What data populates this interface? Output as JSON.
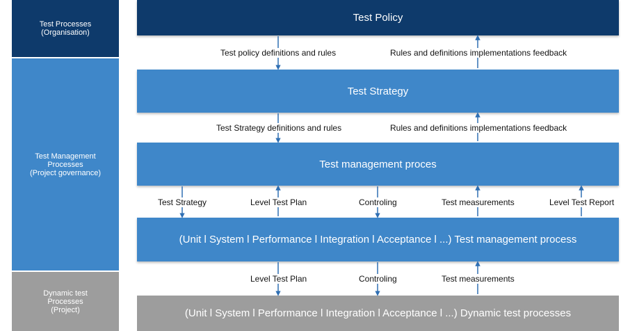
{
  "colors": {
    "dark_navy": "#0e3a6b",
    "mid_blue": "#3f87c9",
    "gray": "#9d9d9d",
    "arrow": "#2f6fb3"
  },
  "side": {
    "org": "Test Processes\n(Organisation)",
    "mgmt": "Test Management\nProcesses\n(Project governance)",
    "dyn": "Dynamic test\nProcesses\n(Project)"
  },
  "boxes": {
    "policy": "Test Policy",
    "strategy": "Test Strategy",
    "mgmt": "Test management proces",
    "level_mgmt": "(Unit l System l Performance l Integration l Acceptance l ...) Test management process",
    "dynamic": "(Unit l System l Performance l Integration l Acceptance l ...) Dynamic test processes"
  },
  "flows": {
    "policy_down": "Test policy definitions and rules",
    "policy_up": "Rules and definitions implementations feedback",
    "strategy_down": "Test Strategy definitions and rules",
    "strategy_up": "Rules and definitions implementations feedback",
    "mgmt_strategy": "Test Strategy",
    "mgmt_ltp": "Level Test Plan",
    "mgmt_controling": "Controling",
    "mgmt_measurements": "Test measurements",
    "mgmt_report": "Level Test Report",
    "dyn_ltp": "Level Test Plan",
    "dyn_controling": "Controling",
    "dyn_measurements": "Test measurements"
  }
}
